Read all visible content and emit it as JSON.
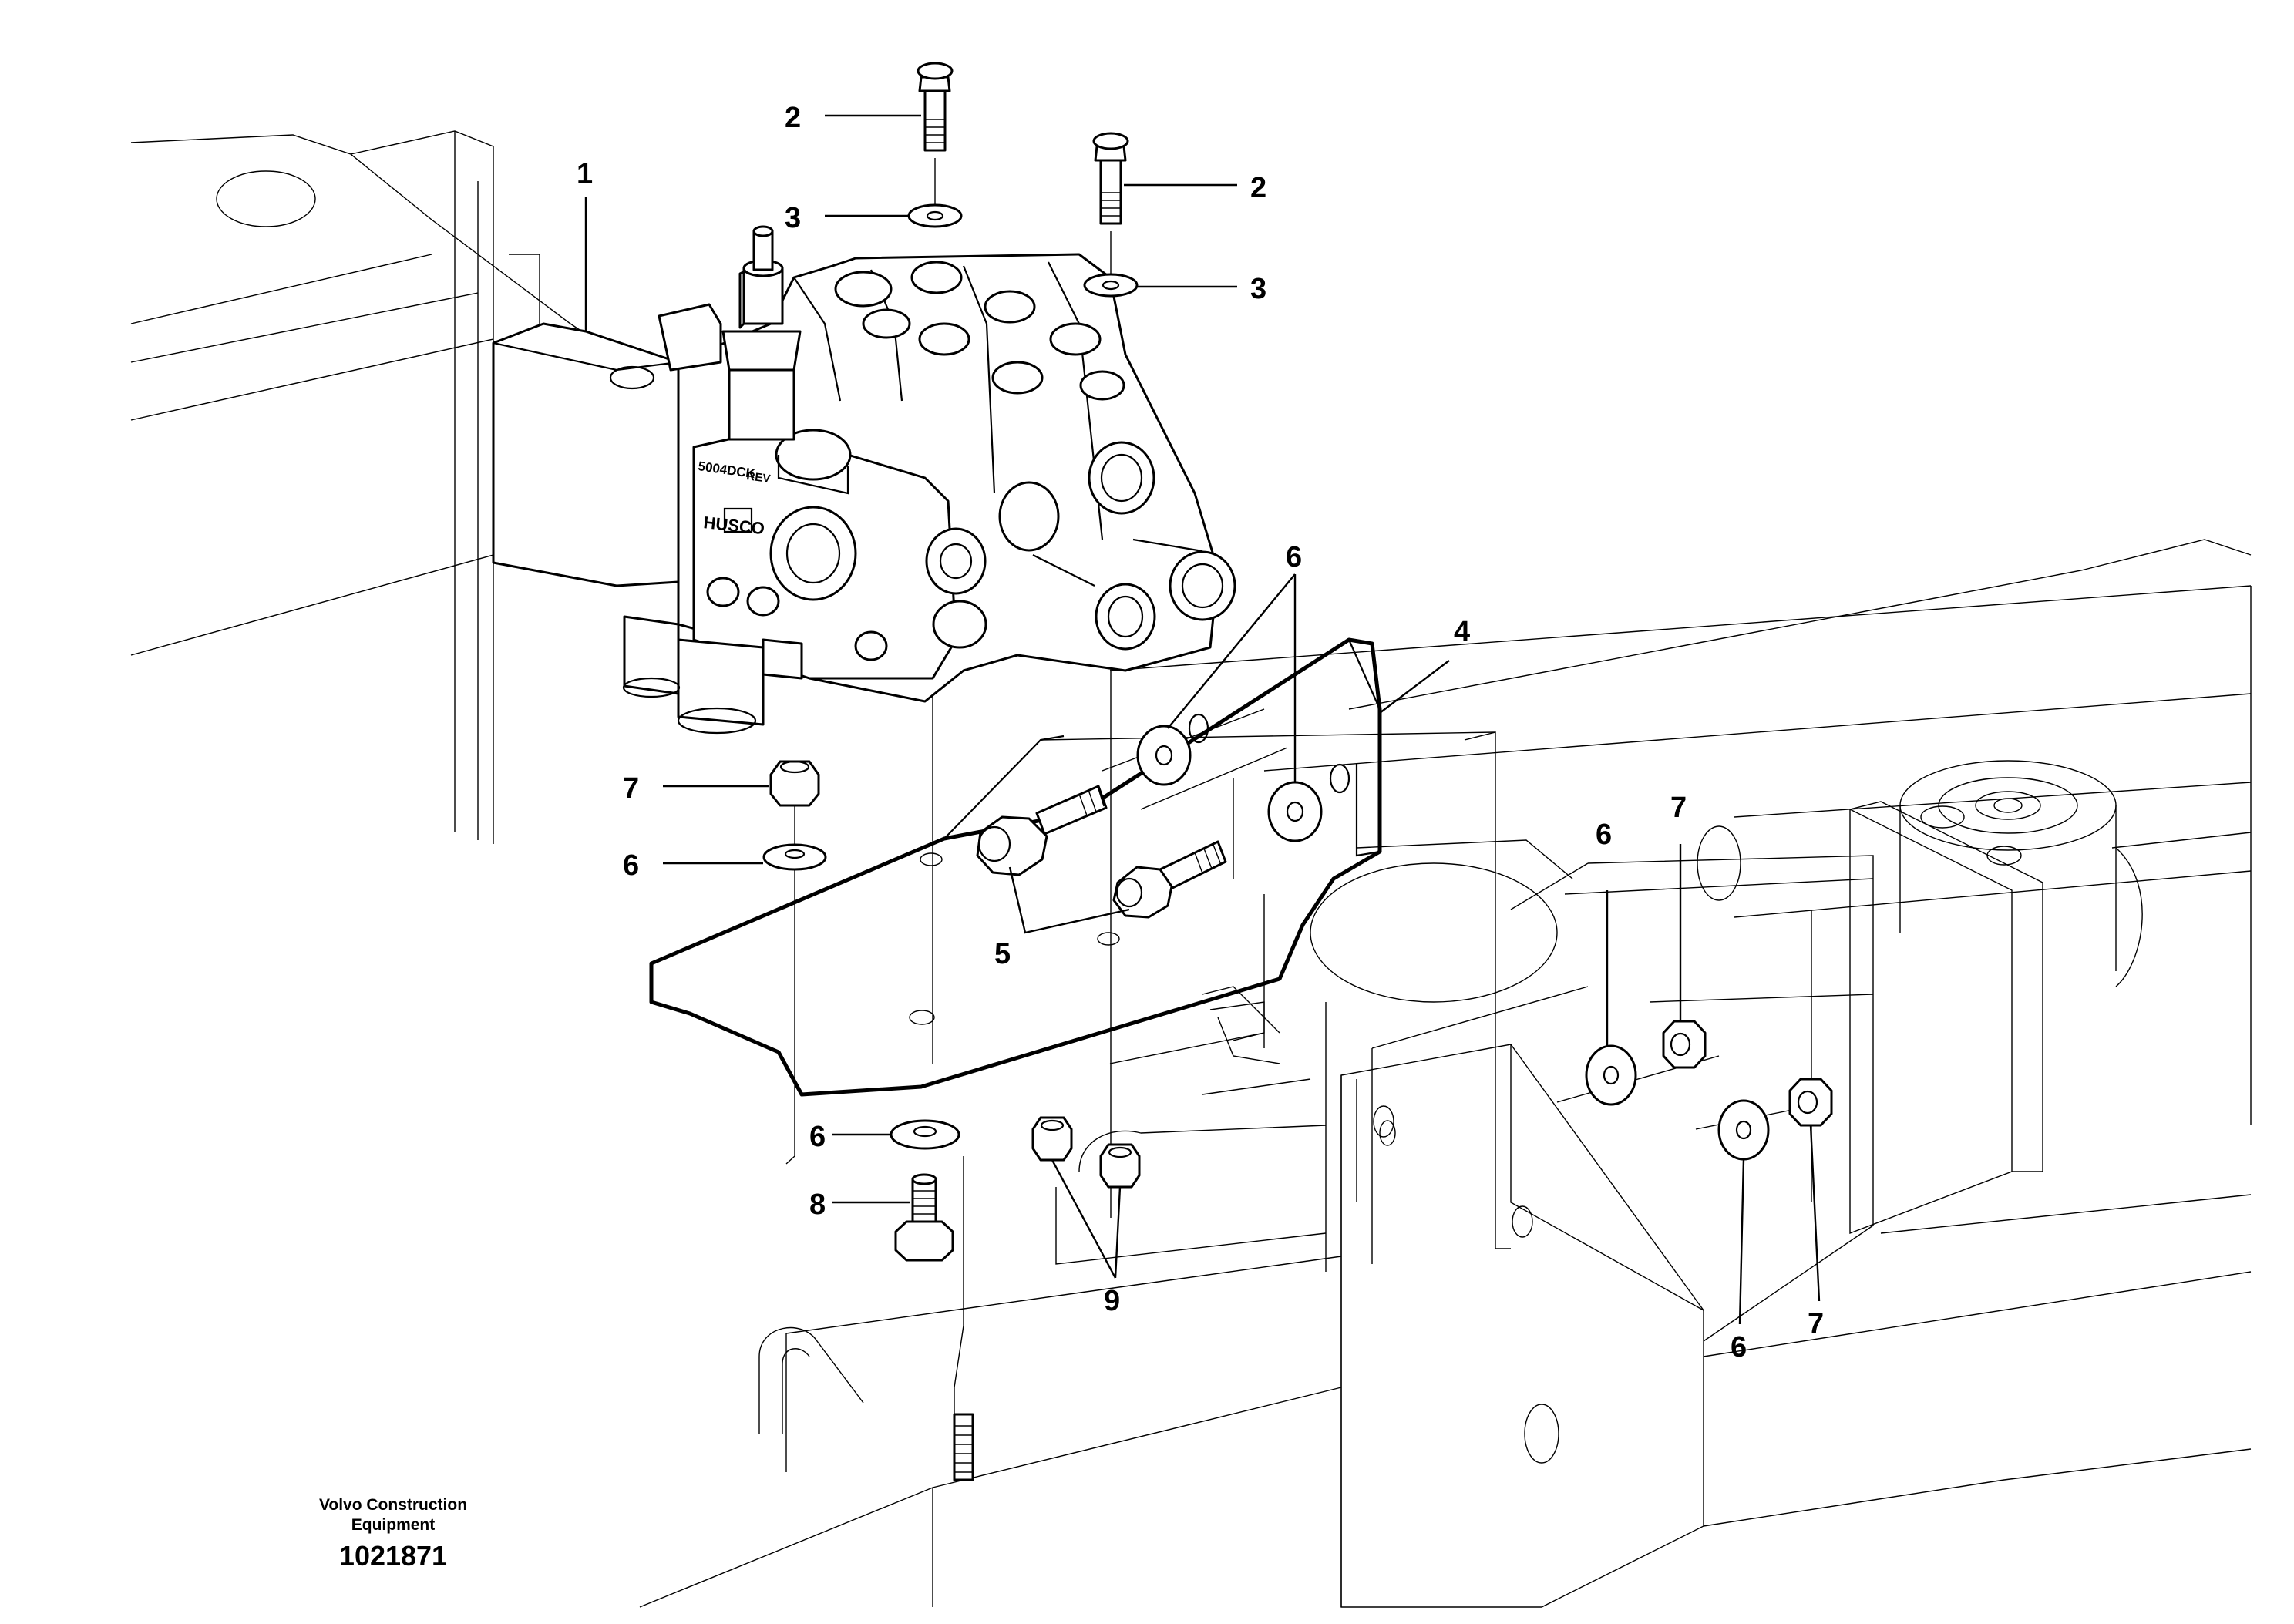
{
  "figure": {
    "footer": {
      "company_line1": "Volvo Construction",
      "company_line2": "Equipment",
      "illustration_number": "1021871"
    },
    "valve_markings": {
      "model_label": "HUSCO",
      "code_label": "5004DCK",
      "rev_label": "REV"
    },
    "callouts": [
      {
        "id": "c1",
        "label": "1"
      },
      {
        "id": "c2a",
        "label": "2"
      },
      {
        "id": "c2b",
        "label": "2"
      },
      {
        "id": "c3a",
        "label": "3"
      },
      {
        "id": "c3b",
        "label": "3"
      },
      {
        "id": "c4",
        "label": "4"
      },
      {
        "id": "c5",
        "label": "5"
      },
      {
        "id": "c6a",
        "label": "6"
      },
      {
        "id": "c6b",
        "label": "6"
      },
      {
        "id": "c6c",
        "label": "6"
      },
      {
        "id": "c6d",
        "label": "6"
      },
      {
        "id": "c6e",
        "label": "6"
      },
      {
        "id": "c7a",
        "label": "7"
      },
      {
        "id": "c7b",
        "label": "7"
      },
      {
        "id": "c7c",
        "label": "7"
      },
      {
        "id": "c8",
        "label": "8"
      },
      {
        "id": "c9",
        "label": "9"
      }
    ]
  }
}
